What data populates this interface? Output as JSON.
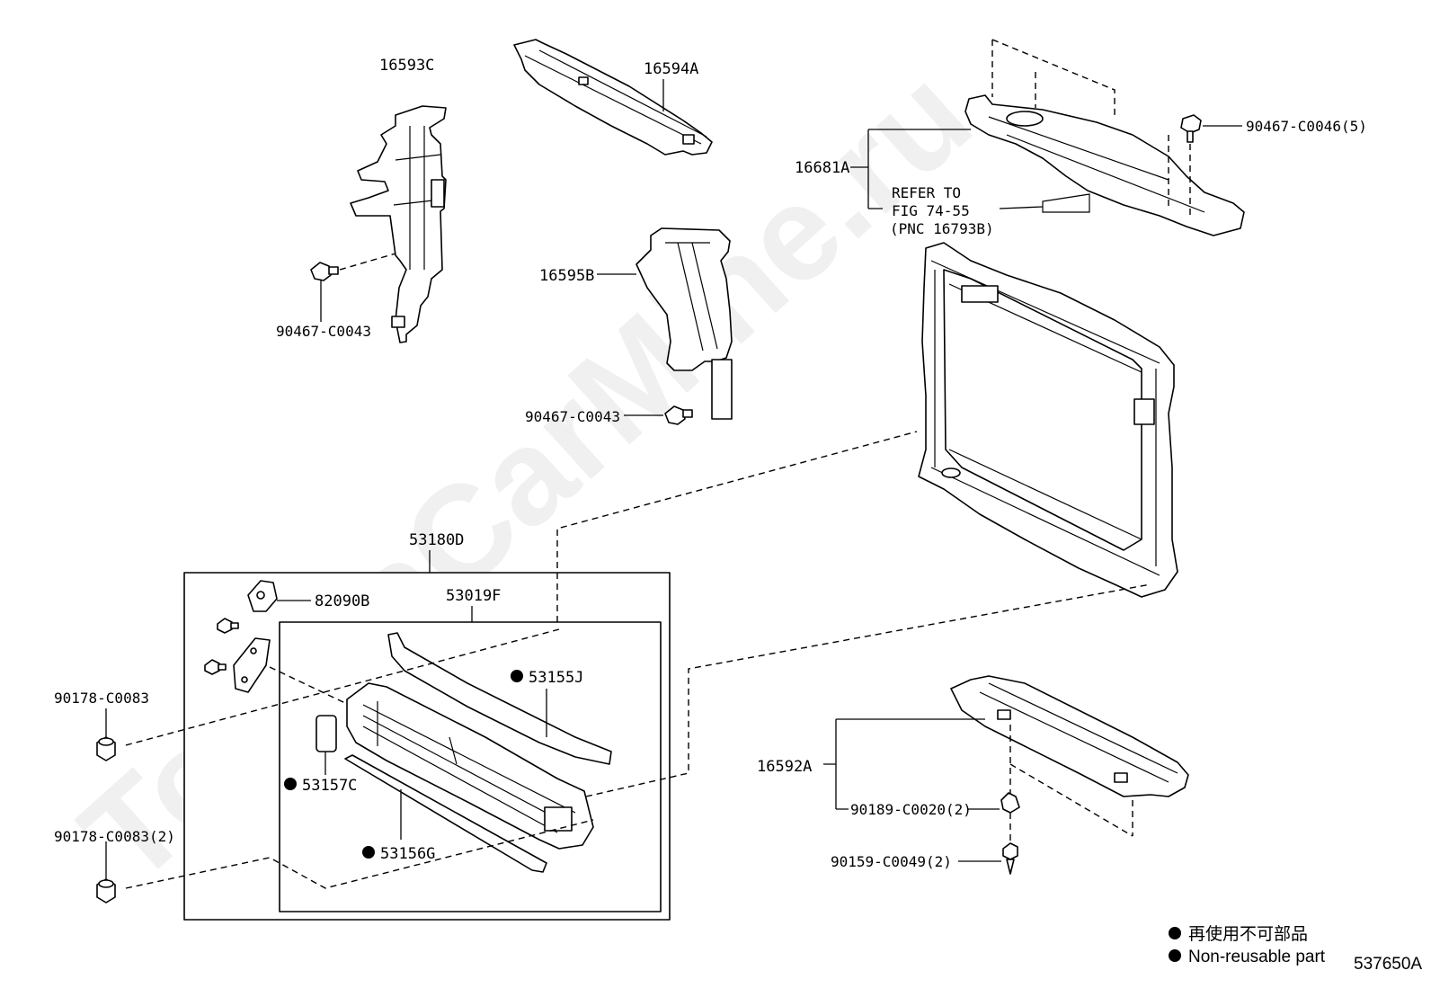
{
  "watermark": "ToyotaCarMine.ru",
  "figure_id": "537650A",
  "parts": {
    "p16593C": "16593C",
    "p16594A": "16594A",
    "p16595B": "16595B",
    "p16681A": "16681A",
    "p16592A": "16592A",
    "p53180D": "53180D",
    "p53019F": "53019F",
    "p82090B": "82090B",
    "p53155J": "53155J",
    "p53157C": "53157C",
    "p53156G": "53156G",
    "c90467_0043_a": "90467-C0043",
    "c90467_0043_b": "90467-C0043",
    "c90467_0046": "90467-C0046(5)",
    "c90178_0083": "90178-C0083",
    "c90178_0083_2": "90178-C0083(2)",
    "c90189_0020": "90189-C0020(2)",
    "c90159_0049": "90159-C0049(2)"
  },
  "refer": {
    "line1": "REFER TO",
    "line2": "FIG 74-55",
    "line3": "(PNC 16793B)"
  },
  "legend": {
    "jp": "再使用不可部品",
    "en": "Non-reusable part"
  }
}
